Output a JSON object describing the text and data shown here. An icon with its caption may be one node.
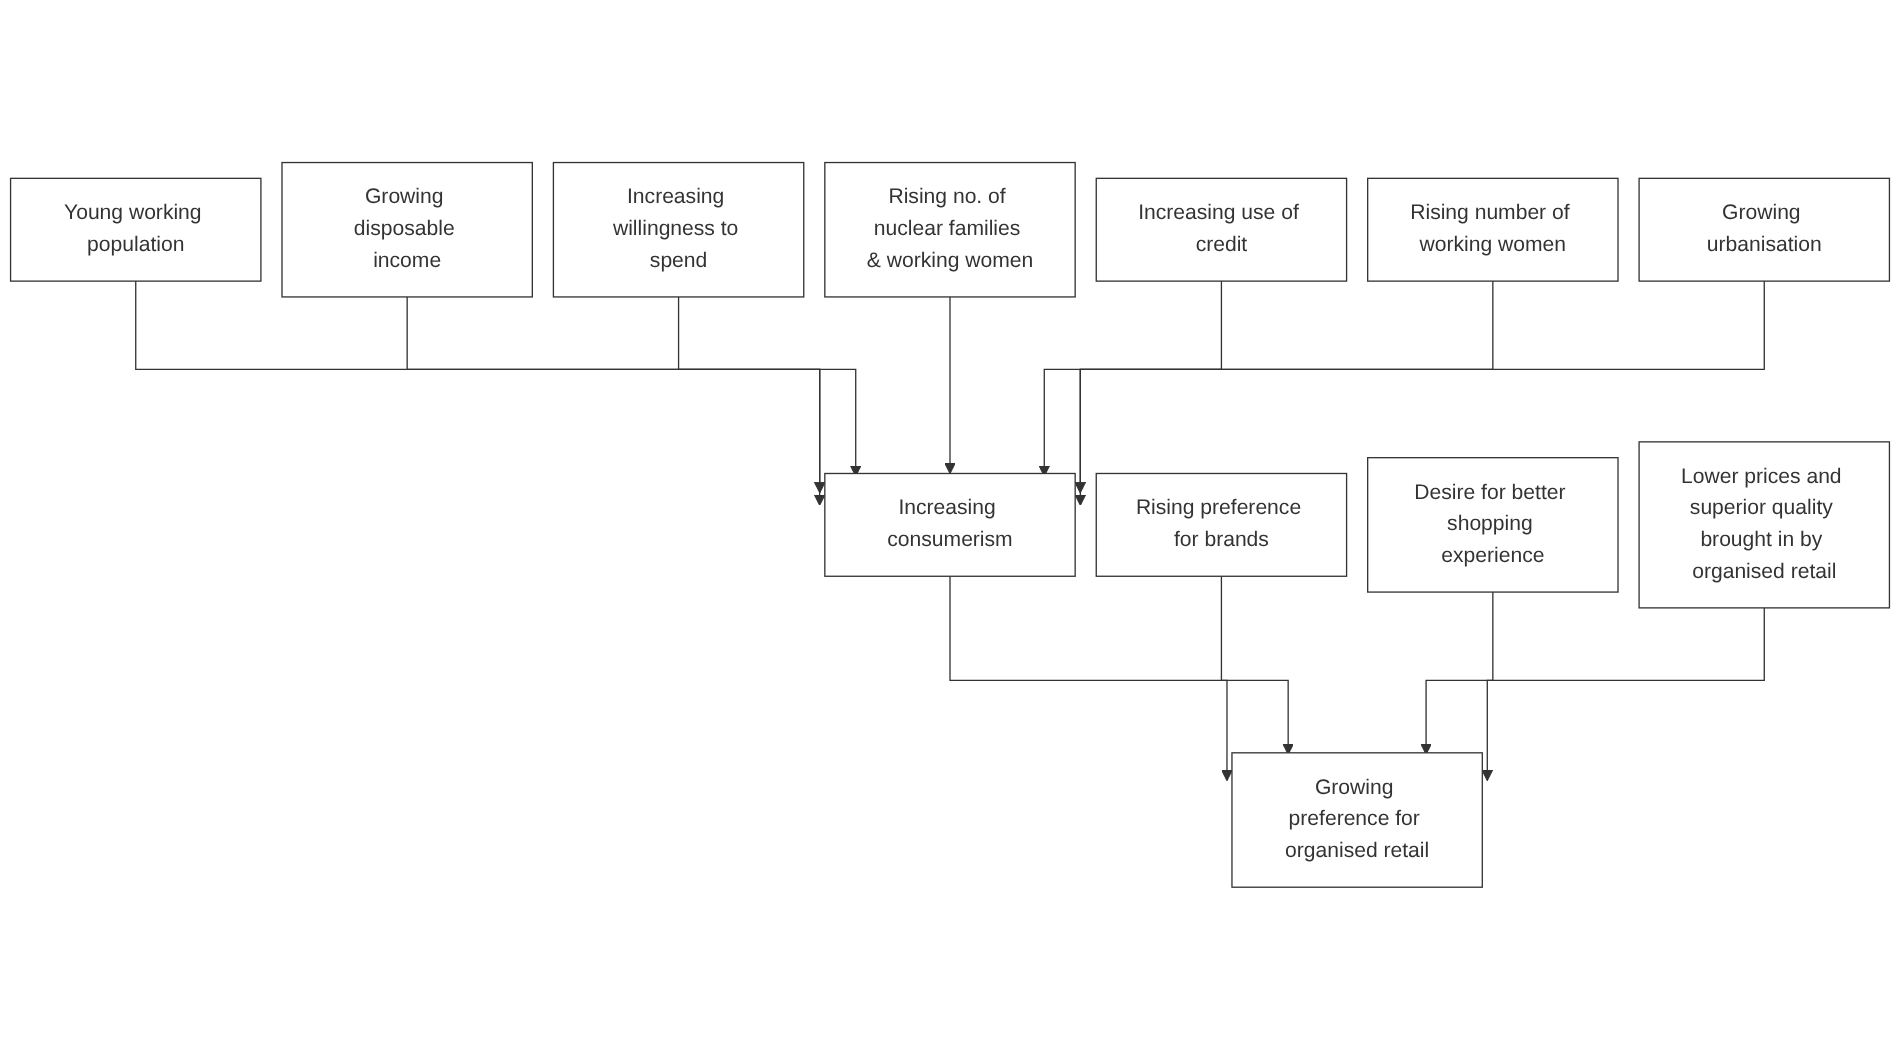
{
  "diagram": {
    "nodes": [
      {
        "text": [
          "Young working population"
        ]
      },
      {
        "text": [
          "Growing disposable income"
        ]
      },
      {
        "text": [
          "Increasing willingness to spend"
        ]
      },
      {
        "text": [
          "Rising no. of nuclear families & working women"
        ]
      },
      {
        "text": [
          "Increasing use of credit"
        ]
      },
      {
        "text": [
          "Rising number of working women"
        ]
      },
      {
        "text": [
          "Growing urbanisation"
        ]
      },
      {
        "text": [
          "Increasing consumerism"
        ]
      },
      {
        "text": [
          "Rising preference for brands"
        ]
      },
      {
        "text": [
          "Desire for better shopping experience"
        ]
      },
      {
        "text": [
          "Lower prices and superior quality brought in by organised retail"
        ]
      },
      {
        "text": [
          "Growing preference for organised retail"
        ]
      }
    ],
    "edges": [
      {
        "from": 0,
        "to": 7,
        "arrow": "to"
      },
      {
        "from": 1,
        "to": 7,
        "arrow": "to"
      },
      {
        "from": 2,
        "to": 7,
        "arrow": "to"
      },
      {
        "from": 3,
        "to": 7,
        "arrow": "to"
      },
      {
        "from": 4,
        "to": 7,
        "arrow": "to"
      },
      {
        "from": 5,
        "to": 7,
        "arrow": "to"
      },
      {
        "from": 6,
        "to": 7,
        "arrow": "to"
      },
      {
        "from": 7,
        "to": 11,
        "arrow": "to"
      },
      {
        "from": 8,
        "to": 11,
        "arrow": "to"
      },
      {
        "from": 9,
        "to": 11,
        "arrow": "to"
      },
      {
        "from": 10,
        "to": 11,
        "arrow": "to"
      }
    ]
  }
}
